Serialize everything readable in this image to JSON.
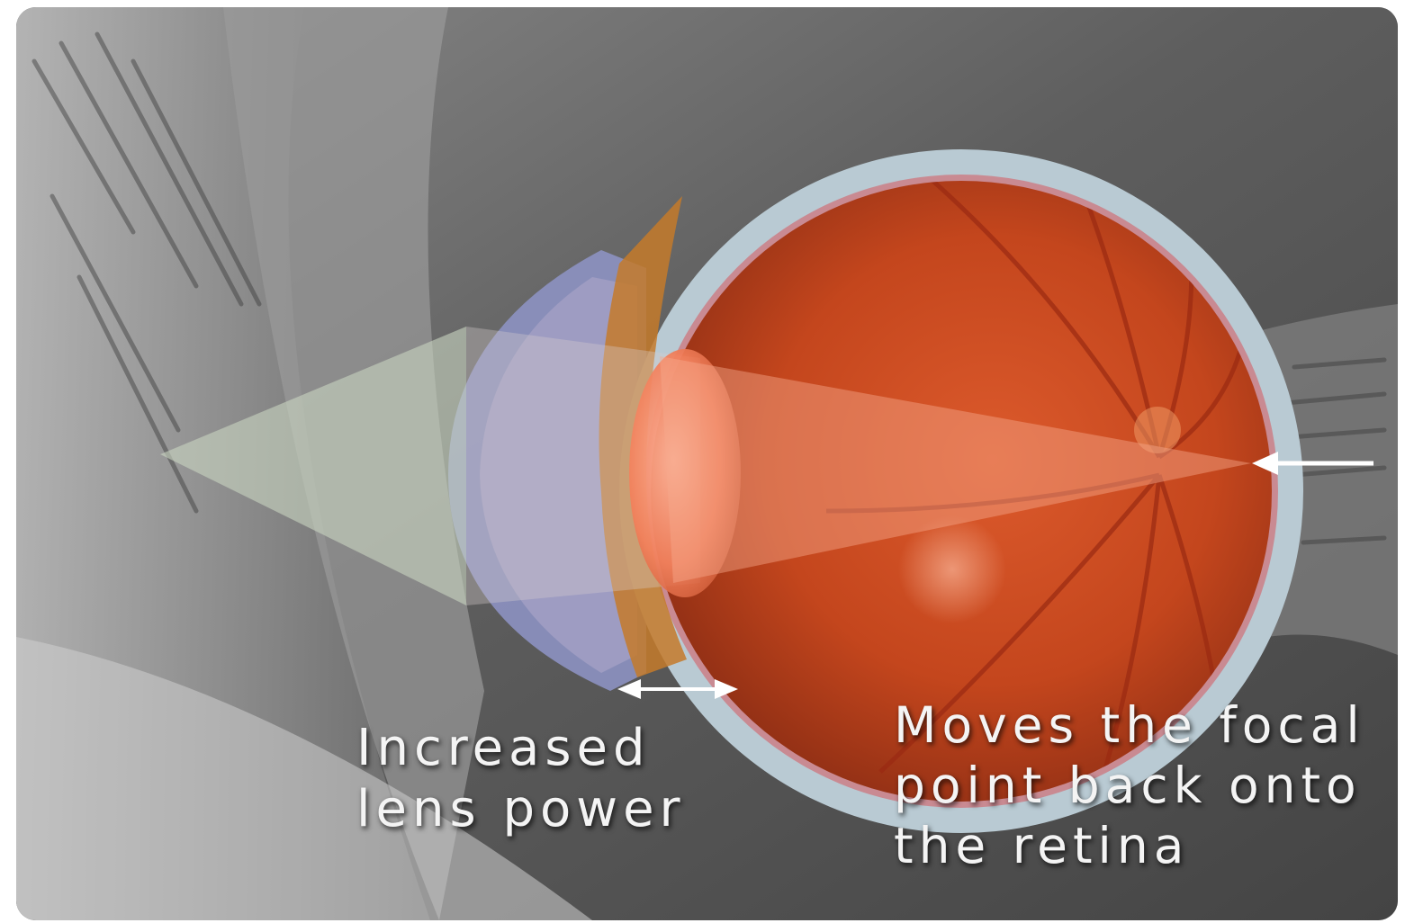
{
  "labels": {
    "lens_caption": [
      "Increased",
      "lens power"
    ],
    "focal_caption": [
      "Moves the focal",
      "point back onto",
      "the retina"
    ]
  },
  "colors": {
    "retina": "#c8481f",
    "sclera": "#b9cad3",
    "cornea": "#8f95c8",
    "lens": "#f08a66",
    "light_cone": "#c9d6c2",
    "arrow": "#ffffff",
    "background": "#6a6a6a"
  },
  "icons": {
    "focal_arrow": "arrow-left-icon",
    "lens_arrow": "double-arrow-icon"
  }
}
